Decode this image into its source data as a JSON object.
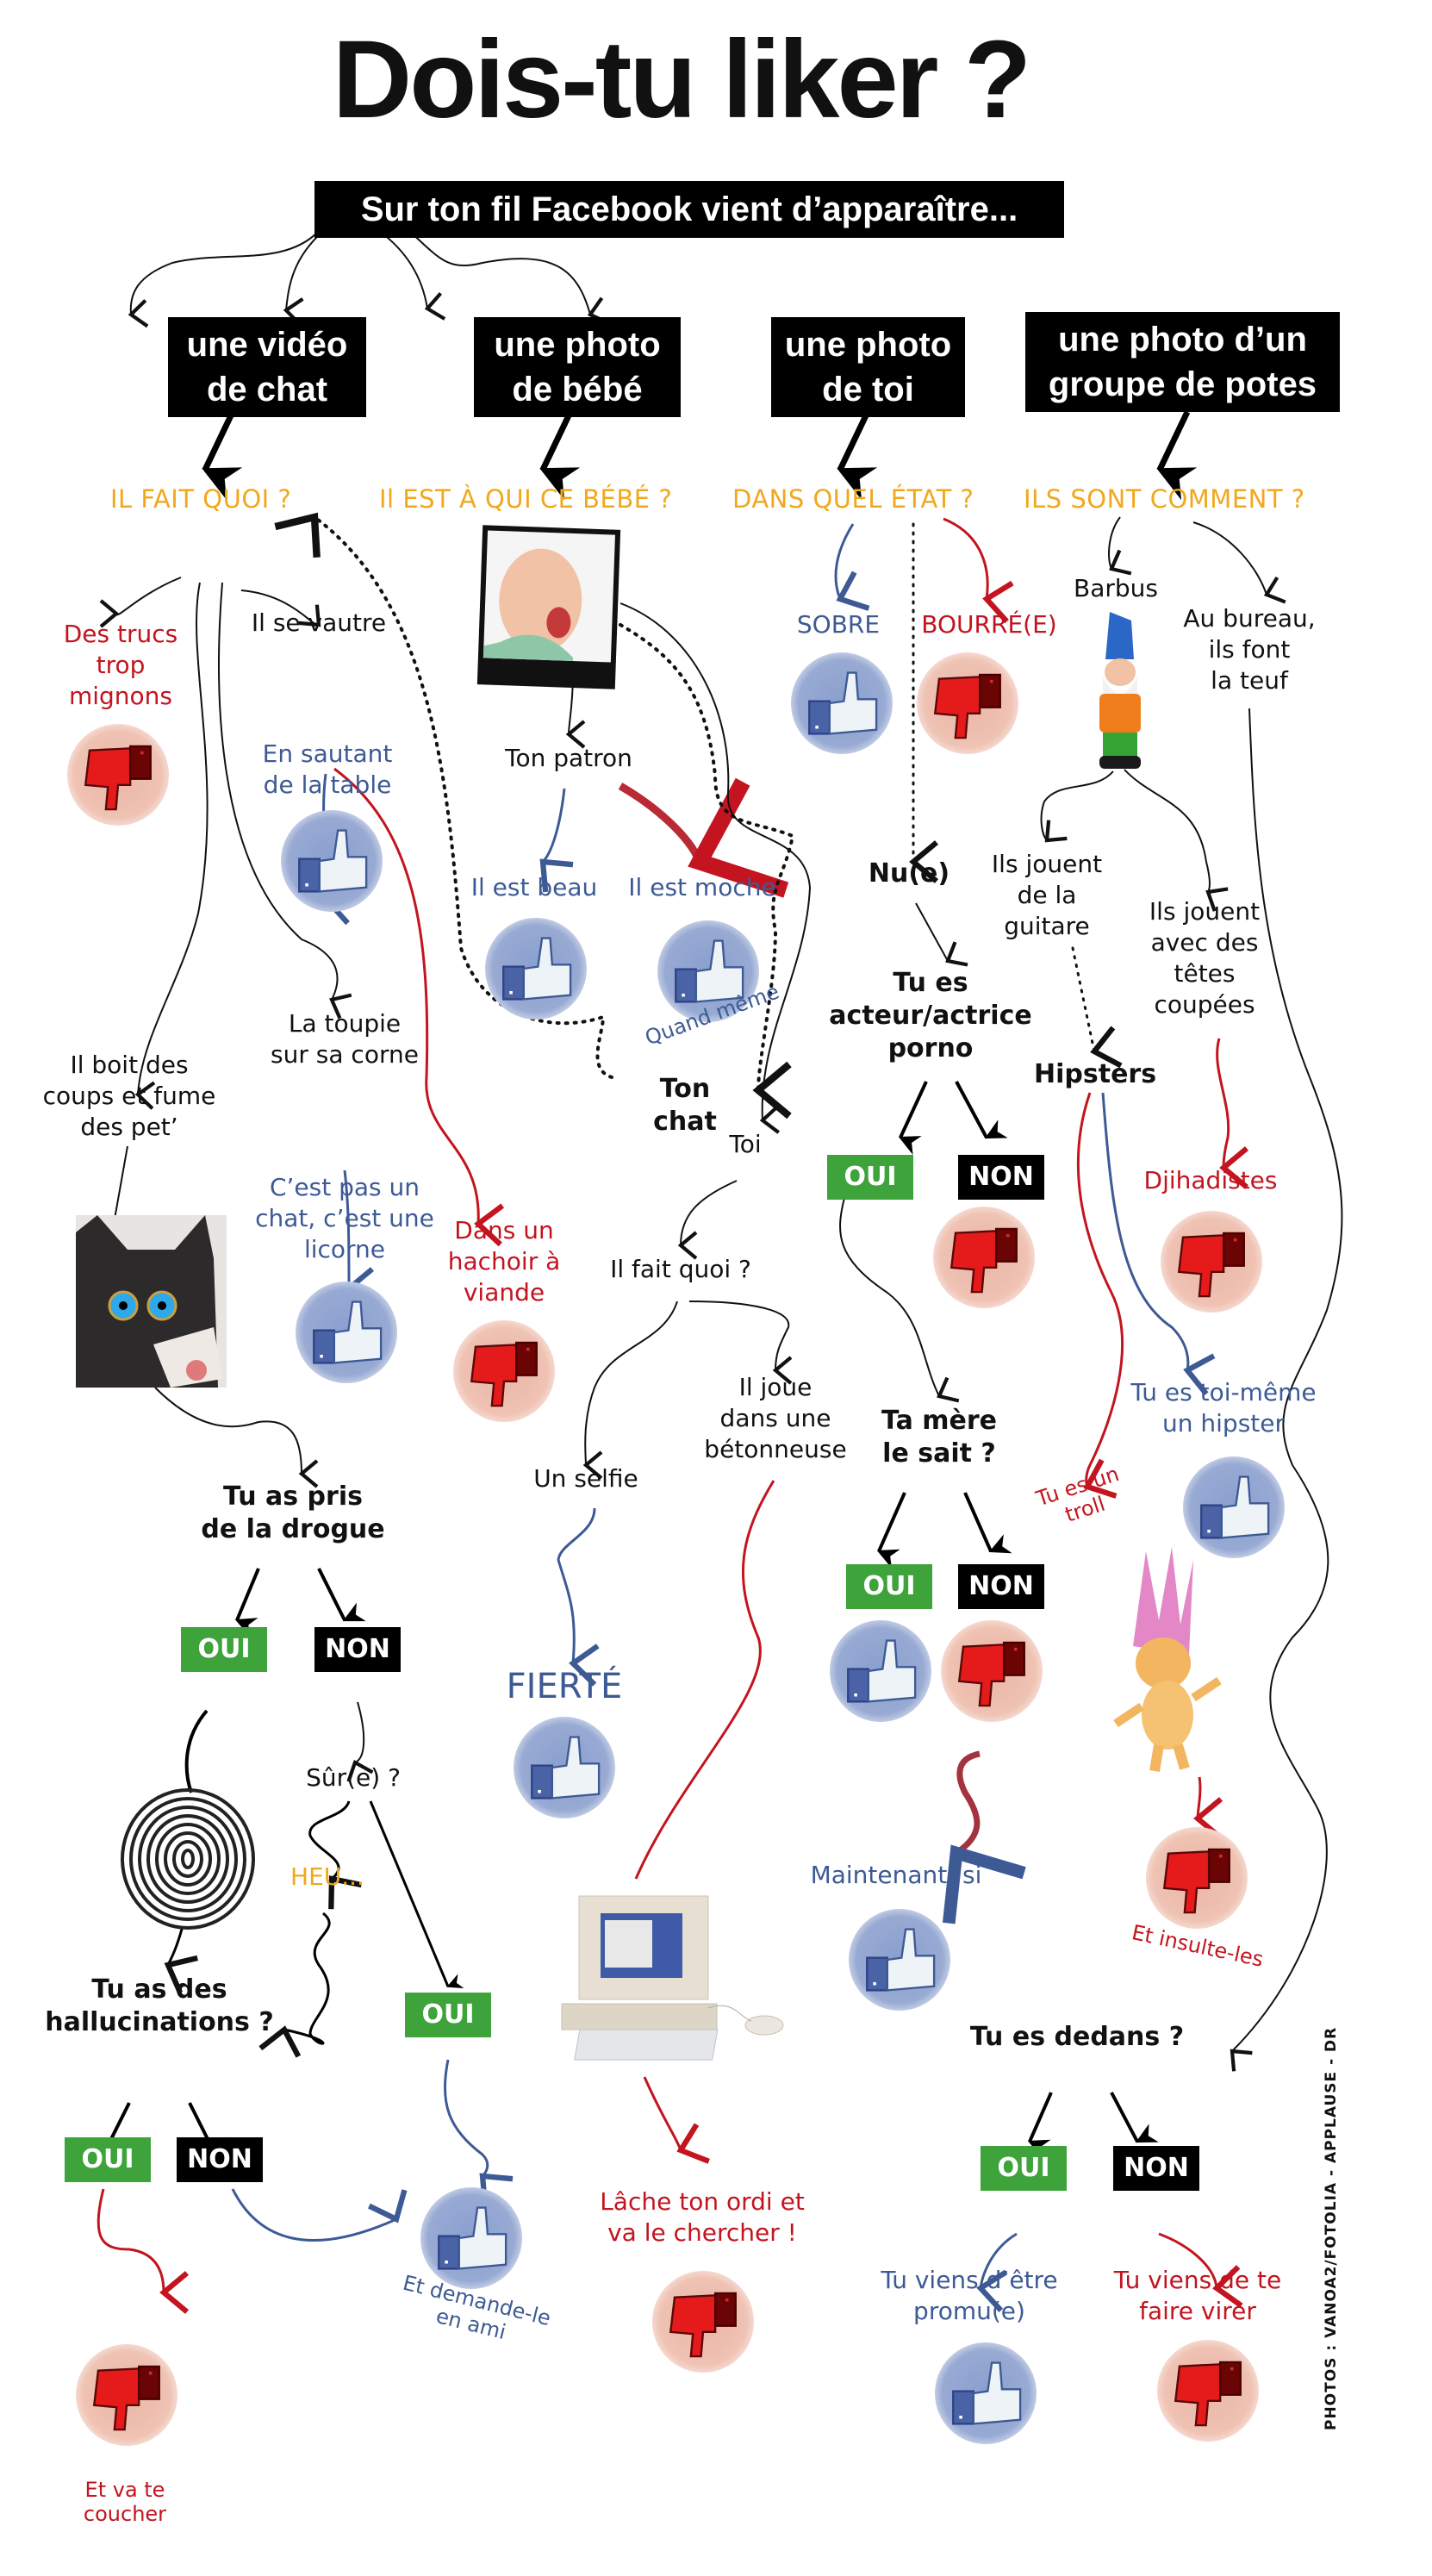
{
  "title": "Dois-tu liker ?",
  "banner": "Sur ton fil Facebook vient d’apparaître...",
  "categories": [
    {
      "line1": "une vidéo",
      "line2": "de chat"
    },
    {
      "line1": "une photo",
      "line2": "de bébé"
    },
    {
      "line1": "une photo",
      "line2": "de toi"
    },
    {
      "line1": "une photo d’un",
      "line2": "groupe de potes"
    }
  ],
  "questions": {
    "cat": "IL FAIT QUOI ?",
    "baby": "Il EST À QUI CE BÉBÉ ?",
    "you": "DANS QUEL ÉTAT ?",
    "friends": "ILS SONT COMMENT ?"
  },
  "cat_branch": {
    "cute": [
      "Des trucs",
      "trop",
      "mignons"
    ],
    "flops": "Il se vautre",
    "jump": [
      "En sautant",
      "de la table"
    ],
    "grinder": [
      "Dans un",
      "hachoir à",
      "viande"
    ],
    "spins": [
      "La toupie",
      "sur sa corne"
    ],
    "unicorn": [
      "C’est pas un",
      "chat, c’est une",
      "licorne"
    ],
    "drinks": [
      "Il boit des",
      "coups et fume",
      "des pet’"
    ],
    "drugs_q": [
      "Tu as pris",
      "de la drogue"
    ],
    "sure_q": "Sûr(e) ?",
    "heu": "HEU...",
    "halluc_q": [
      "Tu as des",
      "hallucinations ?"
    ],
    "go_to_bed": [
      "Et va te",
      "coucher"
    ],
    "add_friend": [
      "Et demande-le",
      "en ami"
    ]
  },
  "baby_branch": {
    "boss": "Ton patron",
    "handsome": "Il est beau",
    "ugly": "Il est moche",
    "anyway": "Quand même",
    "your_cat": "Ton chat",
    "you": "Toi",
    "what_doing": "Il fait quoi ?",
    "selfie": "Un selfie",
    "pride": "FIERTÉ",
    "mixer": [
      "Il joue",
      "dans une",
      "bétonneuse"
    ],
    "go_get": [
      "Lâche ton ordi et",
      "va le chercher !"
    ]
  },
  "you_branch": {
    "sober": "SOBRE",
    "drunk": "BOURRÉ(E)",
    "naked": "Nu(e)",
    "porn_q": [
      "Tu es",
      "acteur/actrice",
      "porno"
    ],
    "mom_q": [
      "Ta mère",
      "le sait ?"
    ],
    "now_yes": "Maintenant, si"
  },
  "friends_branch": {
    "bearded": "Barbus",
    "office": [
      "Au bureau,",
      "ils font",
      "la teuf"
    ],
    "guitar": [
      "Ils jouent",
      "de la",
      "guitare"
    ],
    "heads": [
      "Ils jouent",
      "avec des",
      "têtes",
      "coupées"
    ],
    "jihadists": "Djihadistes",
    "hipsters": "Hipsters",
    "hipster_self": [
      "Tu es toi-même",
      "un hipster"
    ],
    "troll": [
      "Tu es un",
      "troll"
    ],
    "insult": "Et insulte-les",
    "inside_q": "Tu es dedans ?",
    "promoted": [
      "Tu viens d’être",
      "promu(e)"
    ],
    "fired": [
      "Tu viens de te",
      "faire virer"
    ]
  },
  "yes": "OUI",
  "no": "NON",
  "credit": "PHOTOS : VANOA2/FOTOLIA - APPLAUSE - DR",
  "colors": {
    "like_blue": "#3d5a95",
    "dislike_red": "#c3141f",
    "question_orange": "#f0a81e",
    "yes_green": "#3da33a",
    "label_black": "#000000"
  },
  "icons": {
    "like": "thumbs-up-icon",
    "dislike": "thumbs-down-icon"
  }
}
